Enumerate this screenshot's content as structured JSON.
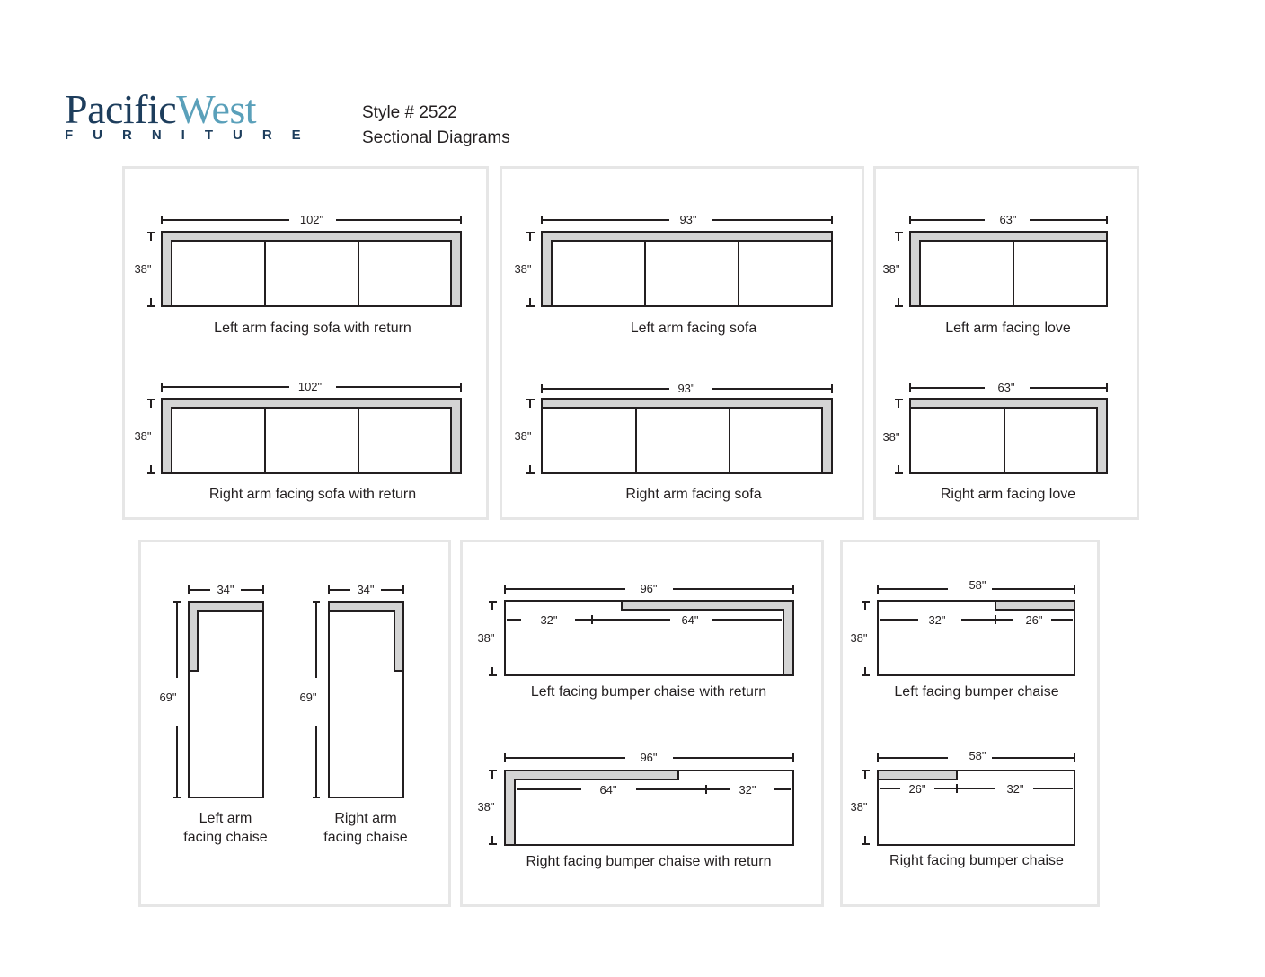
{
  "header": {
    "logo_word1": "Pacific",
    "logo_word2": "West",
    "logo_sub": "FURNITURE",
    "style_label": "Style # 2522",
    "subtitle": "Sectional Diagrams"
  },
  "colors": {
    "fill": "#d4d4d4",
    "line": "#231f20",
    "panel_border": "#e6e6e6",
    "brand_dark": "#1d3d5c",
    "brand_light": "#5aa0ba"
  },
  "pieces": {
    "laf_sofa_return": {
      "caption": "Left arm facing sofa with return",
      "width": "102\"",
      "depth": "38\""
    },
    "raf_sofa_return": {
      "caption": "Right arm facing sofa with return",
      "width": "102\"",
      "depth": "38\""
    },
    "laf_sofa": {
      "caption": "Left arm facing sofa",
      "width": "93\"",
      "depth": "38\""
    },
    "raf_sofa": {
      "caption": "Right arm facing sofa",
      "width": "93\"",
      "depth": "38\""
    },
    "laf_love": {
      "caption": "Left arm facing love",
      "width": "63\"",
      "depth": "38\""
    },
    "raf_love": {
      "caption": "Right arm facing love",
      "width": "63\"",
      "depth": "38\""
    },
    "laf_chaise": {
      "caption_line1": "Left arm",
      "caption_line2": "facing chaise",
      "width": "34\"",
      "length": "69\""
    },
    "raf_chaise": {
      "caption_line1": "Right arm",
      "caption_line2": "facing chaise",
      "width": "34\"",
      "length": "69\""
    },
    "lf_bumper_return": {
      "caption": "Left facing bumper chaise with return",
      "width": "96\"",
      "depth": "38\"",
      "seg_a": "32\"",
      "seg_b": "64\""
    },
    "rf_bumper_return": {
      "caption": "Right facing bumper chaise with return",
      "width": "96\"",
      "depth": "38\"",
      "seg_a": "64\"",
      "seg_b": "32\""
    },
    "lf_bumper": {
      "caption": "Left facing bumper chaise",
      "width": "58\"",
      "depth": "38\"",
      "seg_a": "32\"",
      "seg_b": "26\""
    },
    "rf_bumper": {
      "caption": "Right facing bumper chaise",
      "width": "58\"",
      "depth": "38\"",
      "seg_a": "26\"",
      "seg_b": "32\""
    }
  }
}
